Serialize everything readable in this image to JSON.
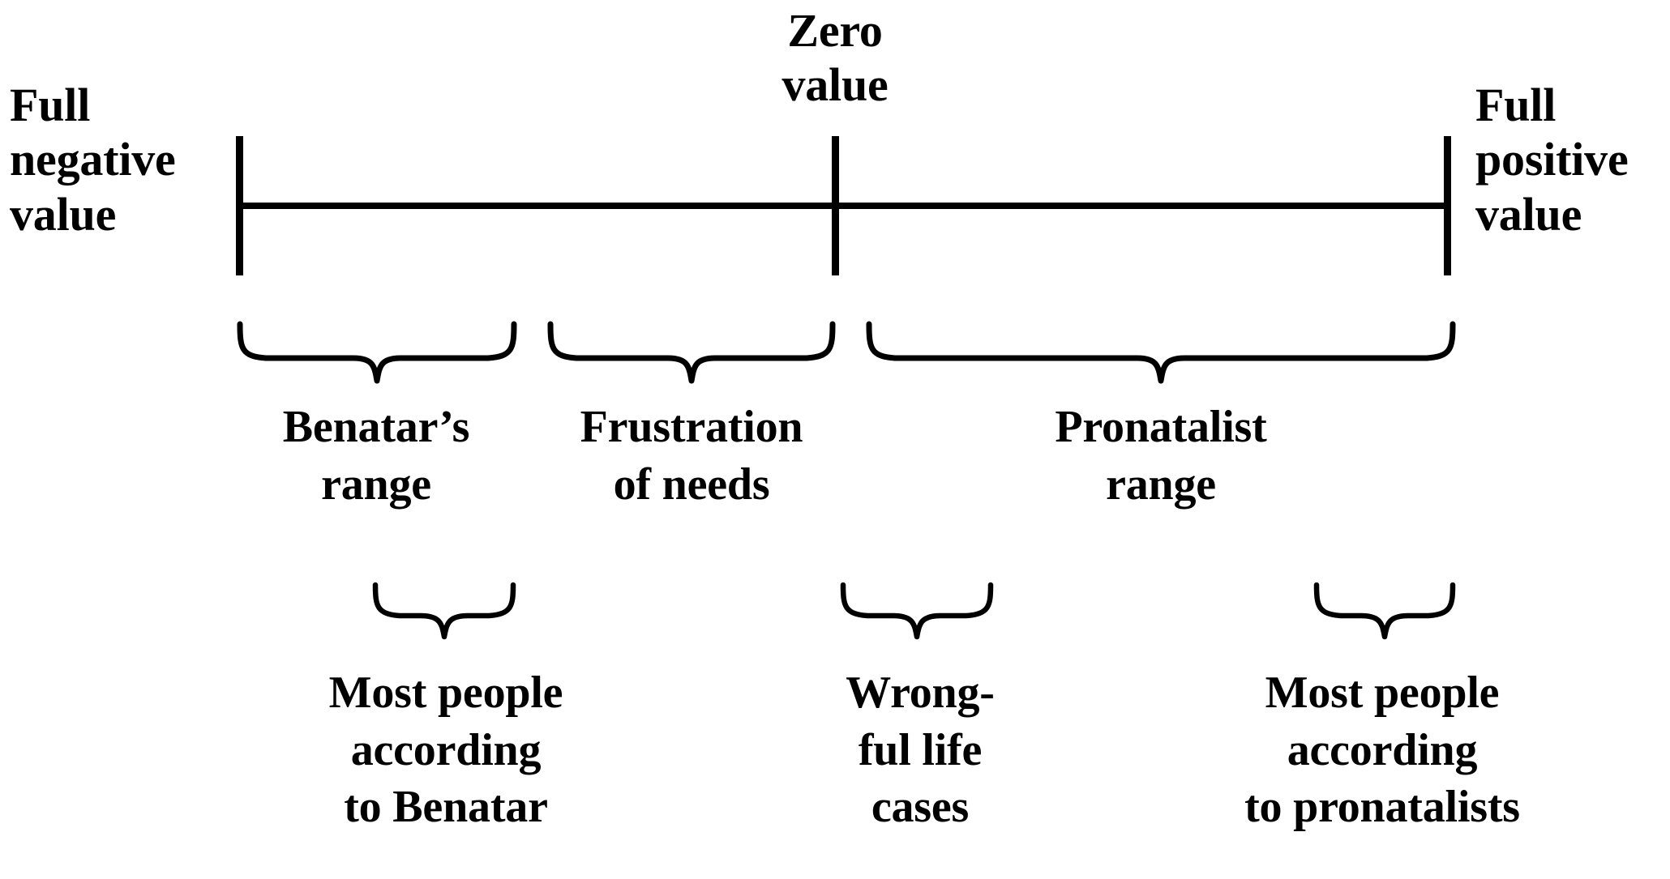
{
  "diagram": {
    "title": "Scale of life value with Benatar and pronatalist ranges",
    "axis": {
      "left_label": "Full\nnegative\nvalue",
      "center_label": "Zero\nvalue",
      "right_label": "Full\npositive\nvalue",
      "line_color": "#000000"
    },
    "ranges": [
      {
        "id": "benatar-range",
        "label": "Benatar’s\nrange"
      },
      {
        "id": "frustration-range",
        "label": "Frustration\nof needs"
      },
      {
        "id": "pronatalist-range",
        "label": "Pronatalist\nrange"
      }
    ],
    "subgroups": [
      {
        "id": "most-people-benatar",
        "label": "Most people\naccording\nto Benatar"
      },
      {
        "id": "wrongful-life-cases",
        "label": "Wrong-\nful life\ncases"
      },
      {
        "id": "most-people-pronatalist",
        "label": "Most people\naccording\nto pronatalists"
      }
    ]
  }
}
